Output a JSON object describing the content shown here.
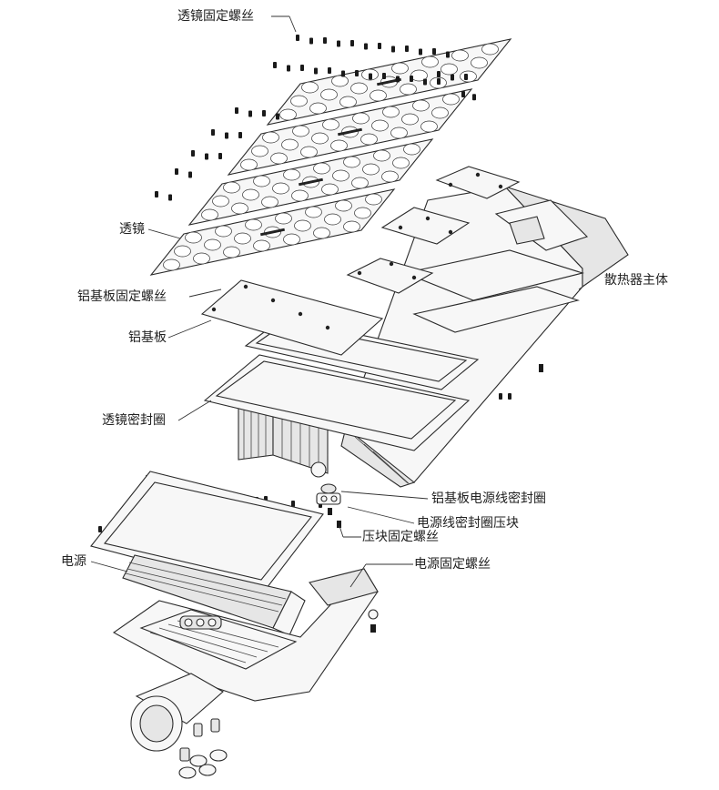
{
  "labels": {
    "lens_screws": "透镜固定螺丝",
    "lens": "透镜",
    "pcb_screws": "铝基板固定螺丝",
    "pcb": "铝基板",
    "lens_seal": "透镜密封圈",
    "heatsink": "散热器主体",
    "pcb_cable_seal": "铝基板电源线密封圈",
    "cable_seal_clamp": "电源线密封圈压块",
    "clamp_screws": "压块固定螺丝",
    "power_supply": "电源",
    "power_screws": "电源固定螺丝"
  },
  "colors": {
    "line": "#2b2b2b",
    "fill_light": "#f7f7f7",
    "fill_mid": "#e6e6e6",
    "screw": "#1a1a1a"
  }
}
